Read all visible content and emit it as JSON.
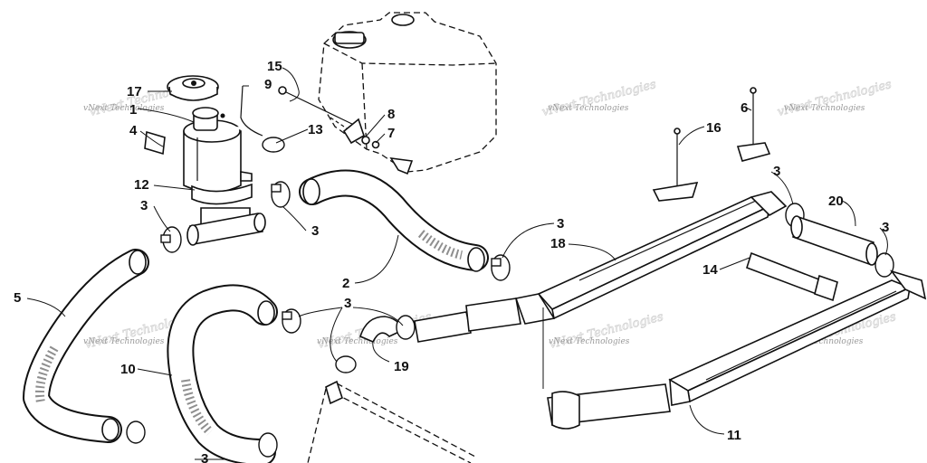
{
  "diagram": {
    "watermark_text": "vNext Technologies",
    "callouts": [
      {
        "id": "c17",
        "label": "17"
      },
      {
        "id": "c1",
        "label": "1"
      },
      {
        "id": "c4",
        "label": "4"
      },
      {
        "id": "c12",
        "label": "12"
      },
      {
        "id": "c3a",
        "label": "3"
      },
      {
        "id": "c5",
        "label": "5"
      },
      {
        "id": "c15",
        "label": "15"
      },
      {
        "id": "c9",
        "label": "9"
      },
      {
        "id": "c13",
        "label": "13"
      },
      {
        "id": "c8",
        "label": "8"
      },
      {
        "id": "c7",
        "label": "7"
      },
      {
        "id": "c3b",
        "label": "3"
      },
      {
        "id": "c2",
        "label": "2"
      },
      {
        "id": "c3c",
        "label": "3"
      },
      {
        "id": "c10",
        "label": "10"
      },
      {
        "id": "c19",
        "label": "19"
      },
      {
        "id": "c3d",
        "label": "3"
      },
      {
        "id": "c18",
        "label": "18"
      },
      {
        "id": "c16",
        "label": "16"
      },
      {
        "id": "c6",
        "label": "6"
      },
      {
        "id": "c3e",
        "label": "3"
      },
      {
        "id": "c20",
        "label": "20"
      },
      {
        "id": "c3f",
        "label": "3"
      },
      {
        "id": "c14",
        "label": "14"
      },
      {
        "id": "c11",
        "label": "11"
      },
      {
        "id": "c3g",
        "label": "3"
      }
    ]
  }
}
